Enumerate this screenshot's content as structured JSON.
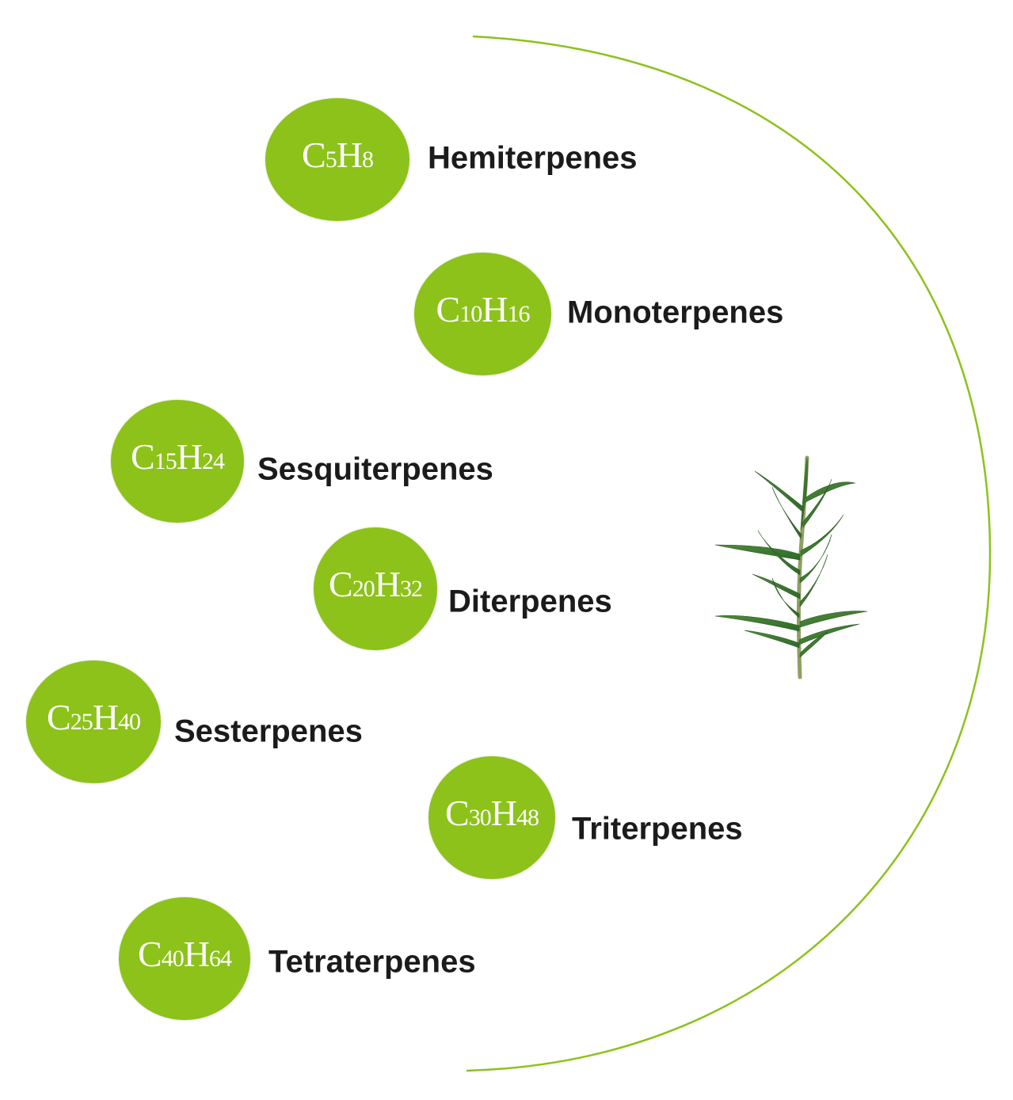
{
  "accent_color": "#8cc21a",
  "arc_color": "#8cc21a",
  "text_color": "#1b1b1b",
  "items": [
    {
      "c": "5",
      "h": "8",
      "label": "Hemiterpenes"
    },
    {
      "c": "10",
      "h": "16",
      "label": "Monoterpenes"
    },
    {
      "c": "15",
      "h": "24",
      "label": "Sesquiterpenes"
    },
    {
      "c": "20",
      "h": "32",
      "label": "Diterpenes"
    },
    {
      "c": "25",
      "h": "40",
      "label": "Sesterpenes"
    },
    {
      "c": "30",
      "h": "48",
      "label": "Triterpenes"
    },
    {
      "c": "40",
      "h": "64",
      "label": "Tetraterpenes"
    }
  ],
  "illustration": "rosemary-sprig"
}
